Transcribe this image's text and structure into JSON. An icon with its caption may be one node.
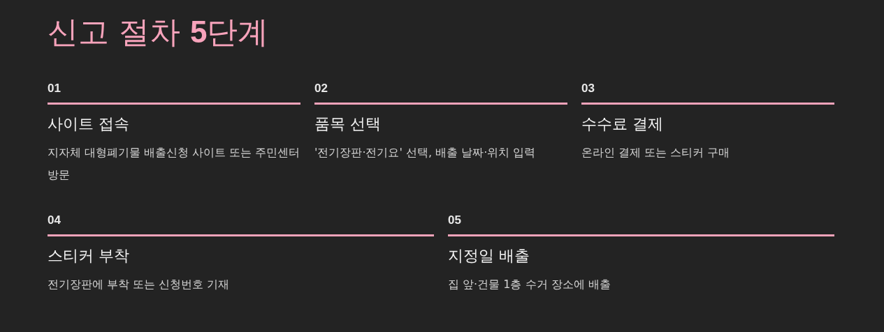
{
  "diagram": {
    "title": "신고 절차 **5**단계",
    "nodes": [
      {
        "text": [
          "01",
          "사이트 접속",
          "지자체 대형폐기물 배출신청 사이트 또는 주민센터 방문"
        ]
      },
      {
        "text": [
          "02",
          "품목 선택",
          "'전기장판·전기요' 선택, 배출 날짜·위치 입력"
        ]
      },
      {
        "text": [
          "03",
          "수수료 결제",
          "온라인 결제 또는 스티커 구매"
        ]
      },
      {
        "text": [
          "04",
          "스티커 부착",
          "전기장판에 부착 또는 신청번호 기재"
        ]
      },
      {
        "text": [
          "05",
          "지정일 배출",
          "집 앞·건물 1층 수거 장소에 배출"
        ]
      }
    ]
  }
}
